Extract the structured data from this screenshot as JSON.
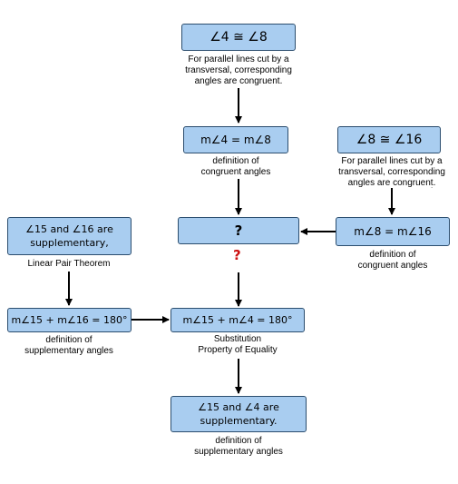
{
  "nodes": {
    "n1": {
      "statement": "∠4 ≅ ∠8",
      "reason": "For parallel lines cut by a\ntransversal, corresponding\nangles are congruent."
    },
    "n2": {
      "statement": "m∠4 = m∠8",
      "reason": "definition of\ncongruent angles"
    },
    "n3": {
      "statement": "∠8 ≅ ∠16",
      "reason": "For parallel lines cut by a\ntransversal, corresponding\nangles are congruent."
    },
    "n4": {
      "statement": "m∠8 = m∠16",
      "reason": "definition of\ncongruent angles"
    },
    "n5": {
      "statement": "?",
      "reason": "?"
    },
    "n6": {
      "statement": "∠15 and ∠16 are\nsupplementary,",
      "reason": "Linear Pair Theorem"
    },
    "n7": {
      "statement": "m∠15 + m∠16 = 180°",
      "reason": "definition of\nsupplementary angles"
    },
    "n8": {
      "statement": "m∠15 + m∠4 = 180°",
      "reason": "Substitution\nProperty of Equality"
    },
    "n9": {
      "statement": "∠15 and ∠4 are\nsupplementary.",
      "reason": "definition of\nsupplementary angles"
    }
  },
  "colors": {
    "box_fill": "#a9cdf0",
    "box_border": "#2b4d6e",
    "arrow": "#000000",
    "question": "#cc1111"
  }
}
